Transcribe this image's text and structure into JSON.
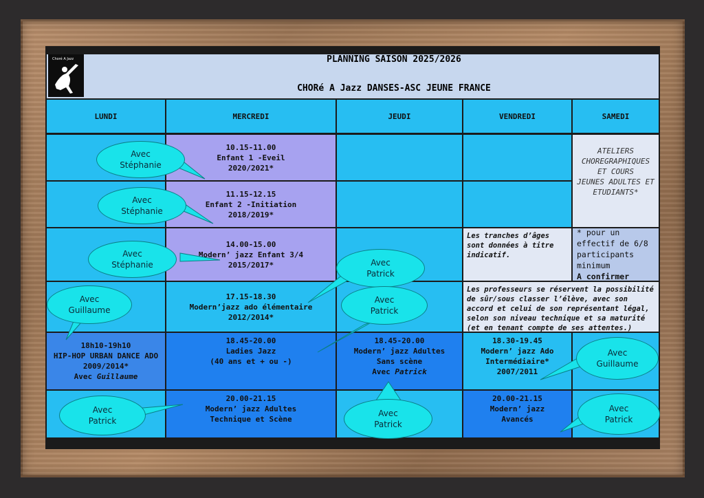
{
  "header": {
    "logo_text": "Choré A Jazz",
    "title": "PLANNING SAISON 2025/2026",
    "subtitle": "CHORé A Jazz DANSES-ASC JEUNE FRANCE"
  },
  "days": [
    "LUNDI",
    "MERCREDI",
    "JEUDI",
    "VENDREDI",
    "SAMEDI"
  ],
  "cells": {
    "mer_1": [
      "10.15-11.00",
      "Enfant 1 -Eveil",
      "2020/2021*"
    ],
    "mer_2": [
      "11.15-12.15",
      "Enfant 2 -Initiation",
      "2018/2019*"
    ],
    "mer_3": [
      "14.00-15.00",
      "Modern’ jazz Enfant 3/4",
      "2015/2017*"
    ],
    "mer_4": [
      "17.15-18.30",
      "Modern’jazz ado élémentaire",
      "2012/2014*"
    ],
    "mer_5": [
      "18.45-20.00",
      "Ladies Jazz",
      "(40 ans et + ou -)"
    ],
    "mer_6": [
      "20.00-21.15",
      "Modern’ jazz Adultes",
      "Technique et Scène"
    ],
    "lun_5": [
      "18h10-19h10",
      "HIP-HOP URBAN DANCE ADO",
      "2009/2014*",
      "Avec ",
      "Guillaume"
    ],
    "jeu_5": [
      "18.45-20.00",
      "Modern’ jazz Adultes",
      "Sans scène",
      "Avec ",
      "Patrick"
    ],
    "ven_5": [
      "18.30-19.45",
      "Modern’ jazz Ado",
      "Intermédiaire*",
      "2007/2011"
    ],
    "ven_6": [
      "20.00-21.15",
      "Modern’ jazz",
      "Avancés"
    ],
    "sam_ateliers": [
      "ATELIERS",
      "CHOREGRAPHIQUES",
      "ET COURS",
      "JEUNES ADULTES ET",
      "ETUDIANTS*"
    ],
    "sam_effectif": [
      "* pour un",
      "effectif de 6/8",
      "participants",
      "minimum",
      "A confirmer"
    ],
    "ven_note": "Les tranches d’âges sont données à titre indicatif.",
    "prof_note": "Les professeurs se réservent la possibilité de sûr/sous classer l’élève, avec son accord et celui de son représentant légal, selon son niveau technique et sa maturité (et en tenant compte de ses attentes.)"
  },
  "bubbles": [
    [
      "Avec",
      "Stéphanie"
    ],
    [
      "Avec",
      "Stéphanie"
    ],
    [
      "Avec",
      "Stéphanie"
    ],
    [
      "Avec",
      "Guillaume"
    ],
    [
      "Avec",
      "Patrick"
    ],
    [
      "Avec",
      "Patrick"
    ],
    [
      "Avec",
      "Guillaume"
    ],
    [
      "Avec",
      "Patrick"
    ],
    [
      "Avec",
      "Patrick"
    ],
    [
      "Avec",
      "Patrick"
    ]
  ],
  "colors": {
    "frame_wood": "#a98263",
    "header_bg": "#c7d7ee",
    "bubble": "#19e3ea",
    "purple": "#a7a2f0",
    "cyan": "#16b3ea",
    "blue": "#1f80ef"
  }
}
